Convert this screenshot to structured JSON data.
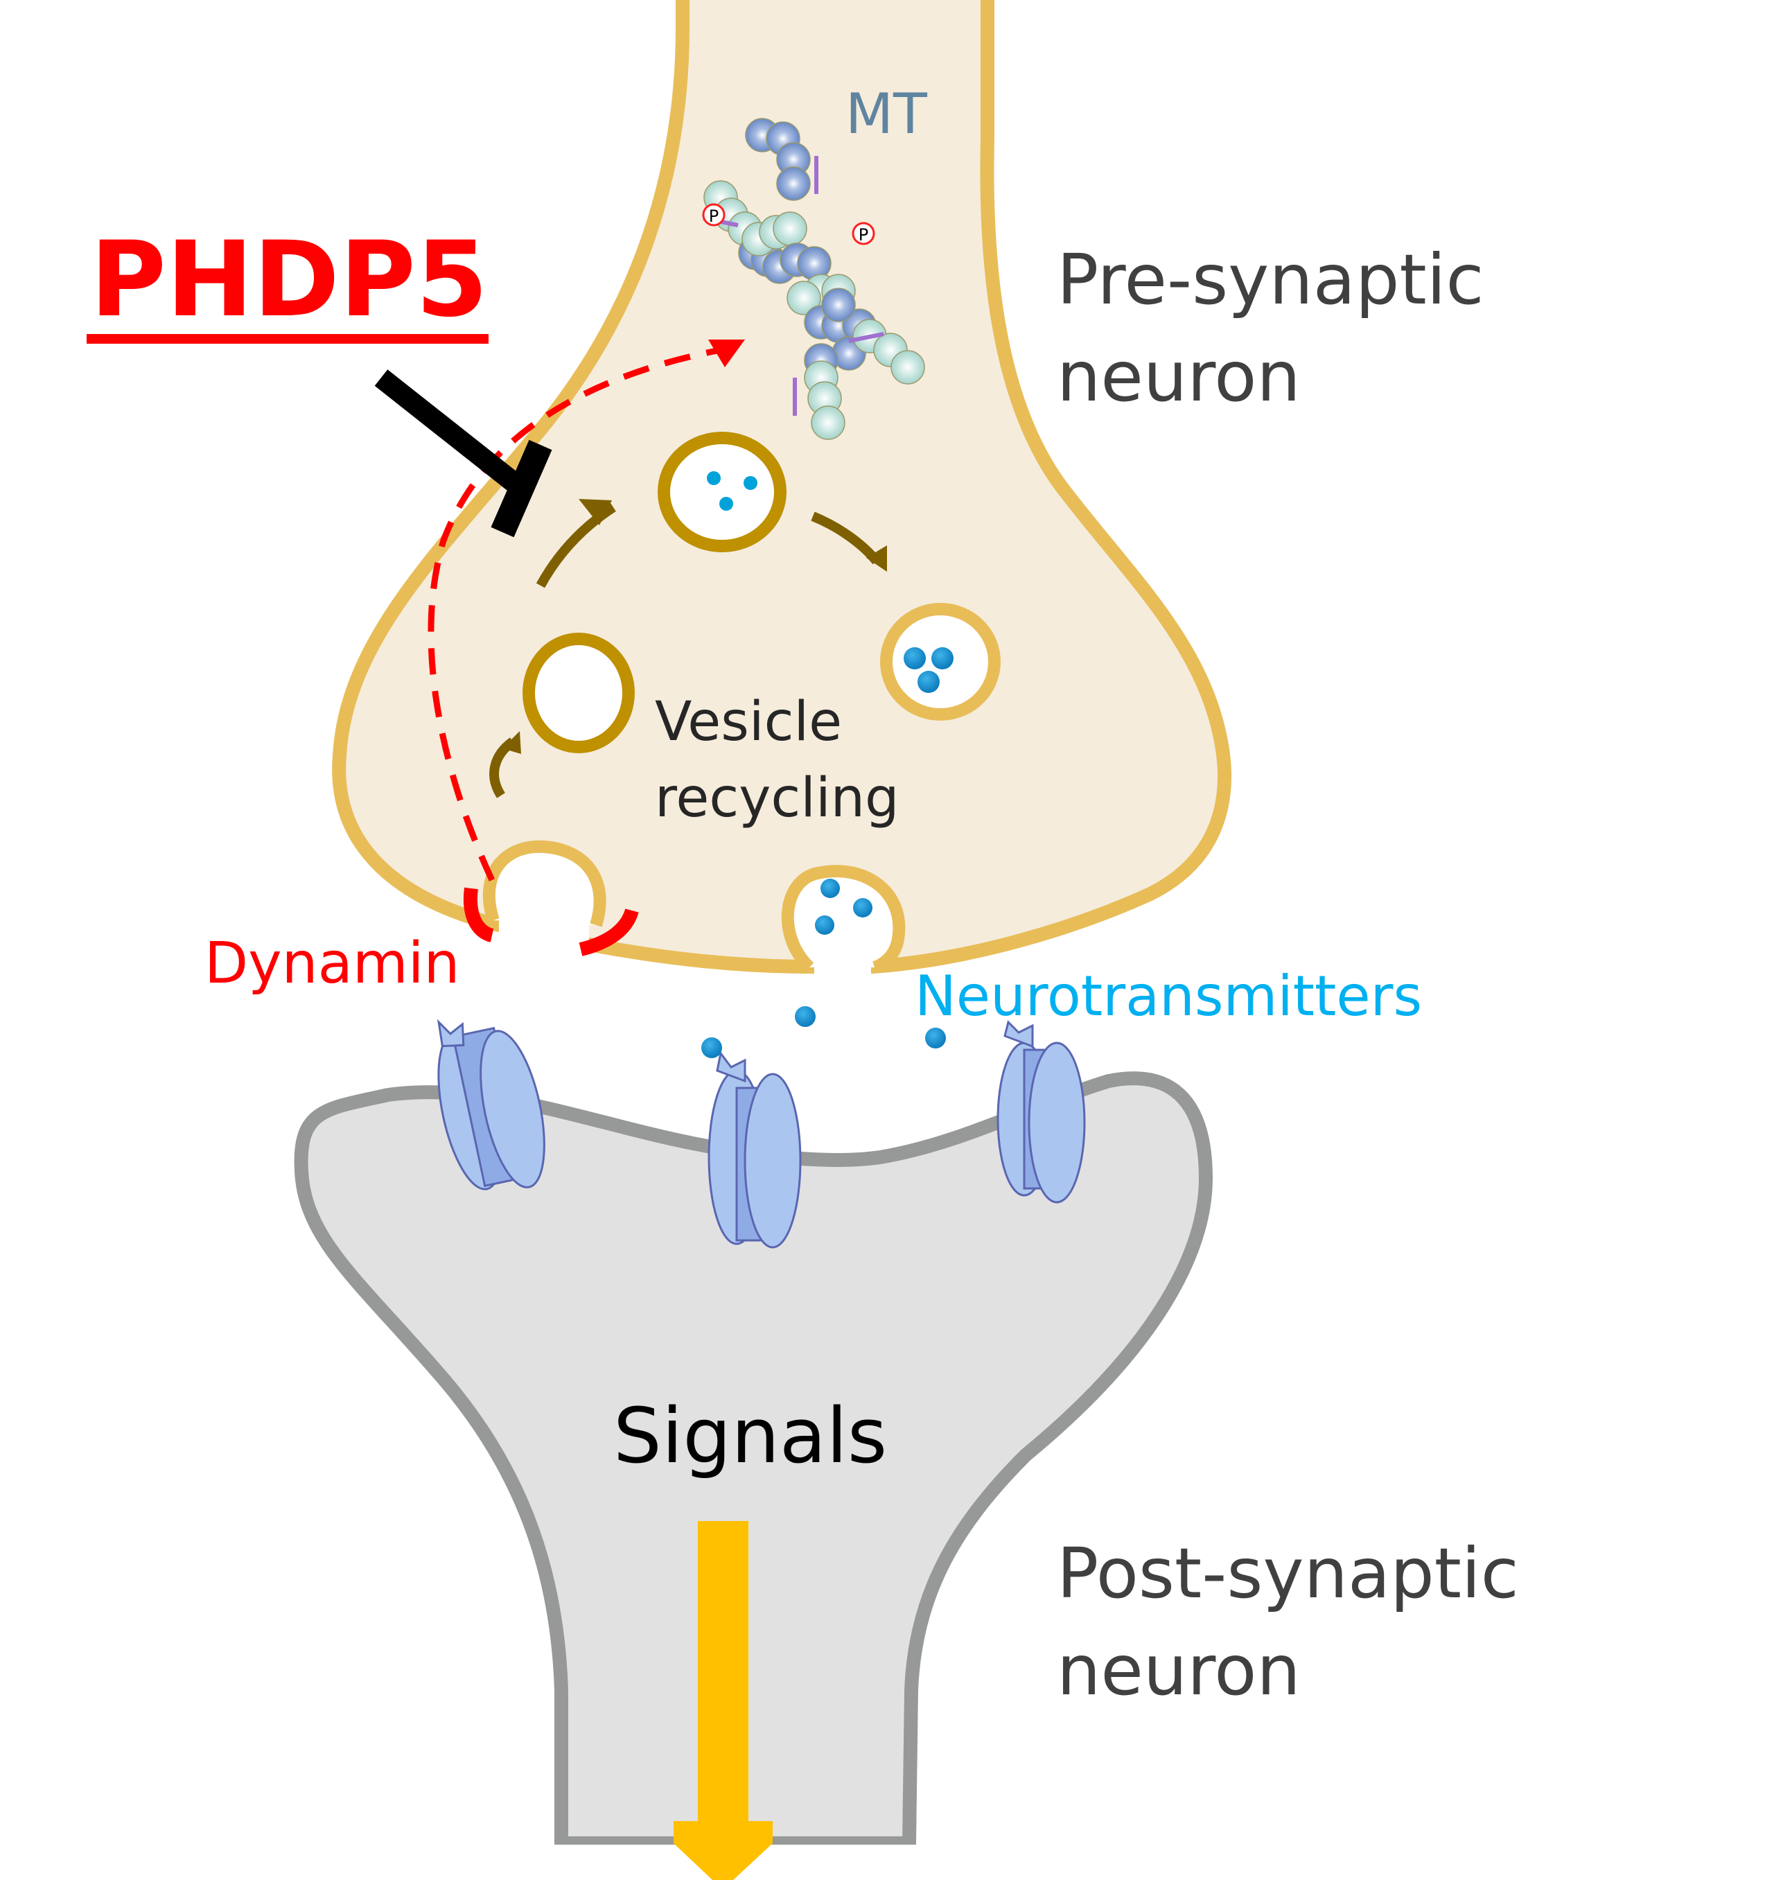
{
  "diagram": {
    "title": "PHDP5",
    "labels": {
      "phdp5": "PHDP5",
      "mt": "MT",
      "pre_line1": "Pre-synaptic",
      "pre_line2": "neuron",
      "vesicle_line1": "Vesicle",
      "vesicle_line2": "recycling",
      "dynamin": "Dynamin",
      "neurotransmitters": "Neurotransmitters",
      "signals": "Signals",
      "post_line1": "Post-synaptic",
      "post_line2": "neuron",
      "phospho": "P"
    },
    "relations": [
      {
        "from": "PHDP5",
        "to": "Dynamin-to-MT pathway",
        "type": "inhibition"
      },
      {
        "from": "Dynamin",
        "to": "MT",
        "type": "dashed-activation"
      },
      {
        "from": "endocytosed vesicle",
        "to": "empty vesicle",
        "type": "recycling"
      },
      {
        "from": "empty vesicle",
        "to": "filled vesicle",
        "type": "recycling"
      },
      {
        "from": "filled vesicle",
        "to": "docked vesicle",
        "type": "recycling"
      },
      {
        "from": "Neurotransmitters",
        "to": "Receptors",
        "type": "binding"
      },
      {
        "from": "Post-synaptic neuron",
        "to": "Signals",
        "type": "signal-flow"
      }
    ],
    "colors": {
      "phdp5": "#ff0000",
      "mt": "#5f84a0",
      "dynamin": "#ff0000",
      "neurotransmitters": "#00b0f0",
      "pre_membrane": "#e8bd58",
      "pre_fill": "#f5ecdc",
      "post_membrane": "#979898",
      "post_fill": "#e1e1e1",
      "vesicle_ring": "#bf9000",
      "signal_arrow": "#ffc000",
      "receptor": "#aac6f0"
    }
  }
}
